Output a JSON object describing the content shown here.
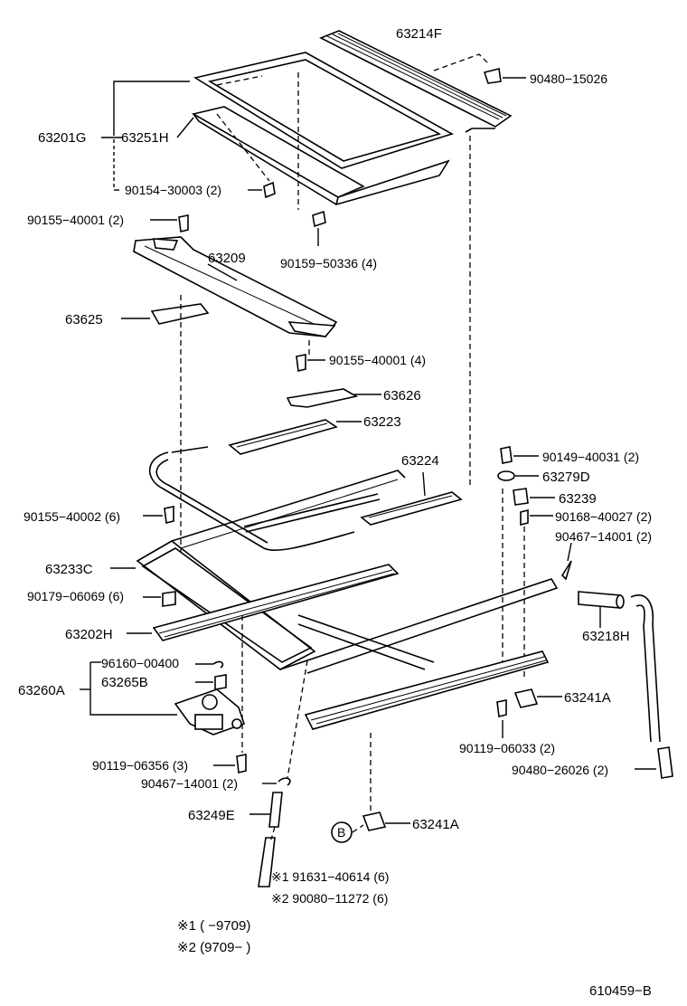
{
  "diagram": {
    "labels": {
      "p63214F": "63214F",
      "p90480_15026": "90480−15026",
      "p63201G": "63201G",
      "p63251H": "63251H",
      "p90154": "90154−30003 (2)",
      "p90155_a": "90155−40001 (2)",
      "p90159": "90159−50336 (4)",
      "p63209": "63209",
      "p63625": "63625",
      "p90155_b": "90155−40001 (4)",
      "p63626": "63626",
      "p63223": "63223",
      "p63224": "63224",
      "p90149": "90149−40031 (2)",
      "p63279D": "63279D",
      "p63239": "63239",
      "p90168": "90168−40027 (2)",
      "p90467_a": "90467−14001 (2)",
      "p90155_c": "90155−40002 (6)",
      "p63233C": "63233C",
      "p90179": "90179−06069 (6)",
      "p63218H": "63218H",
      "p63202H": "63202H",
      "p96160": "96160−00400",
      "p63265B": "63265B",
      "p63260A": "63260A",
      "p63241A_a": "63241A",
      "p90119_a": "90119−06033 (2)",
      "p90119_b": "90119−06356 (3)",
      "p90480_26026": "90480−26026 (2)",
      "p90467_b": "90467−14001 (2)",
      "p63249E": "63249E",
      "p63241A_b": "63241A",
      "circleB": "B",
      "p91631": "※1 91631−40614 (6)",
      "p90080": "※2  90080−11272 (6)"
    },
    "notes": {
      "n1": "※1 (       −9709)",
      "n2": "※2  (9709−        )"
    },
    "catalog_code": "610459−B"
  }
}
